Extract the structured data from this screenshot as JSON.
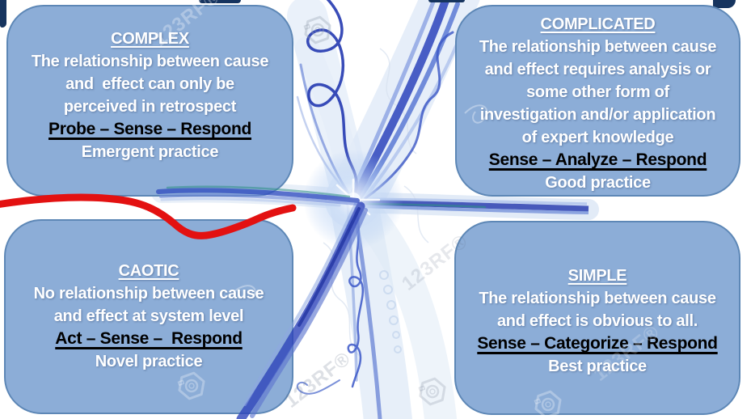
{
  "quadrants": {
    "complex": {
      "title": "COMPLEX",
      "body": [
        "The relationship between cause",
        "and  effect can only be",
        "perceived in retrospect"
      ],
      "action": "Probe – Sense – Respond",
      "practice": "Emergent practice"
    },
    "complicated": {
      "title": "COMPLICATED",
      "body": [
        "The relationship between cause",
        "and effect requires analysis or",
        "some other form of",
        "investigation and/or application",
        "of expert knowledge"
      ],
      "action": "Sense – Analyze – Respond",
      "practice": "Good practice"
    },
    "chaotic": {
      "title": "CAOTIC",
      "body": [
        "No relationship between cause",
        "and effect at system level"
      ],
      "action": "Act – Sense –  Respond",
      "practice": "Novel practice"
    },
    "simple": {
      "title": "SIMPLE",
      "body": [
        "The relationship between cause",
        "and effect is obvious to all."
      ],
      "action": "Sense – Categorize – Respond",
      "practice": "Best practice"
    }
  },
  "watermark": {
    "text": "123RF®"
  },
  "colors": {
    "panel_fill": "#8cadd7",
    "panel_border": "#5d87b6",
    "red_accent": "#e31111",
    "dark_navy": "#16345f",
    "fractal_deep_blue": "#1b2e9c",
    "fractal_mid_blue": "#3450c0",
    "fractal_teal": "#2f8f85"
  }
}
